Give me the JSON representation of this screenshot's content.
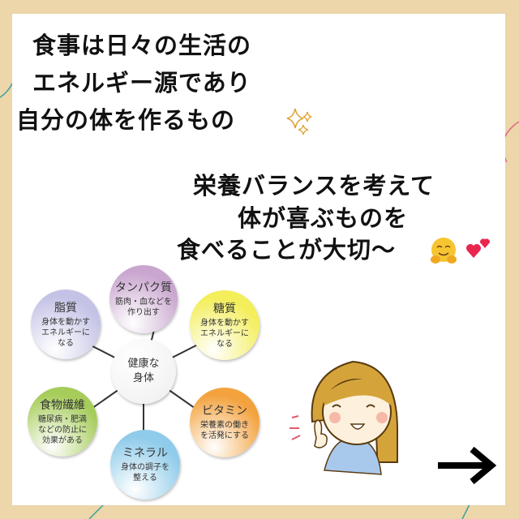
{
  "heading1": {
    "lines": [
      "食事は日々の生活の",
      "エネルギー源であり",
      "自分の体を作るもの"
    ],
    "emoji": "sparkles"
  },
  "heading2": {
    "lines": [
      "栄養バランスを考えて",
      "体が喜ぶものを",
      "食べることが大切〜"
    ],
    "emoji": [
      "hugging-face",
      "two-hearts"
    ]
  },
  "diagram": {
    "center": [
      "健康な",
      "身体"
    ],
    "nodes": [
      {
        "title": "タンパク質",
        "desc": [
          "筋肉・血などを",
          "作り出す"
        ],
        "color": "#c9a6cf"
      },
      {
        "title": "脂質",
        "desc": [
          "身体を動かす",
          "エネルギーに",
          "なる"
        ],
        "color": "#c4c3e6"
      },
      {
        "title": "糖質",
        "desc": [
          "身体を動かす",
          "エネルギーに",
          "なる"
        ],
        "color": "#f3ee5a"
      },
      {
        "title": "食物繊維",
        "desc": [
          "糖尿病・肥満",
          "などの防止に",
          "効果がある"
        ],
        "color": "#a6cc5a"
      },
      {
        "title": "ビタミン",
        "desc": [
          "栄養素の働き",
          "を活発にする"
        ],
        "color": "#f3a23e"
      },
      {
        "title": "ミネラル",
        "desc": [
          "身体の調子を",
          "整える"
        ],
        "color": "#8fcbea"
      }
    ]
  },
  "next_arrow": "right-arrow"
}
